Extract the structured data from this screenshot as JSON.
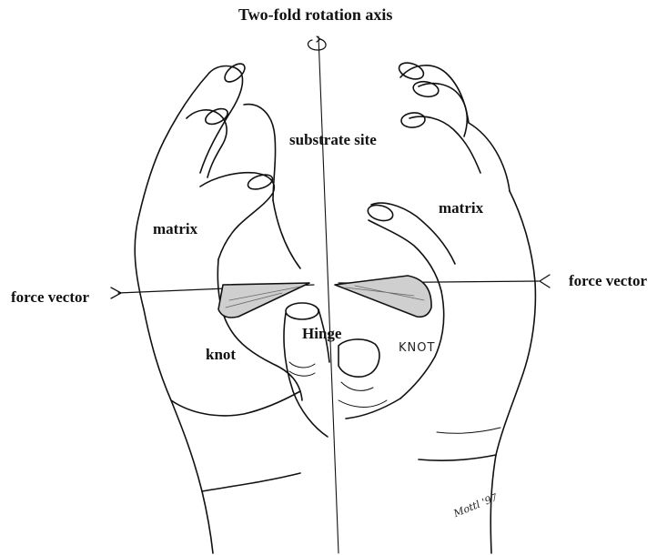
{
  "diagram": {
    "title": "Two-fold rotation axis",
    "labels": {
      "substrate_site": "substrate site",
      "matrix_left": "matrix",
      "matrix_right": "matrix",
      "force_vector_left": "force vector",
      "force_vector_right": "force vector",
      "hinge": "Hinge",
      "knot_left": "knot",
      "knot_right": "KNOT"
    },
    "signature": "Mottl '97",
    "colors": {
      "ink": "#111111",
      "paper": "#ffffff"
    }
  }
}
